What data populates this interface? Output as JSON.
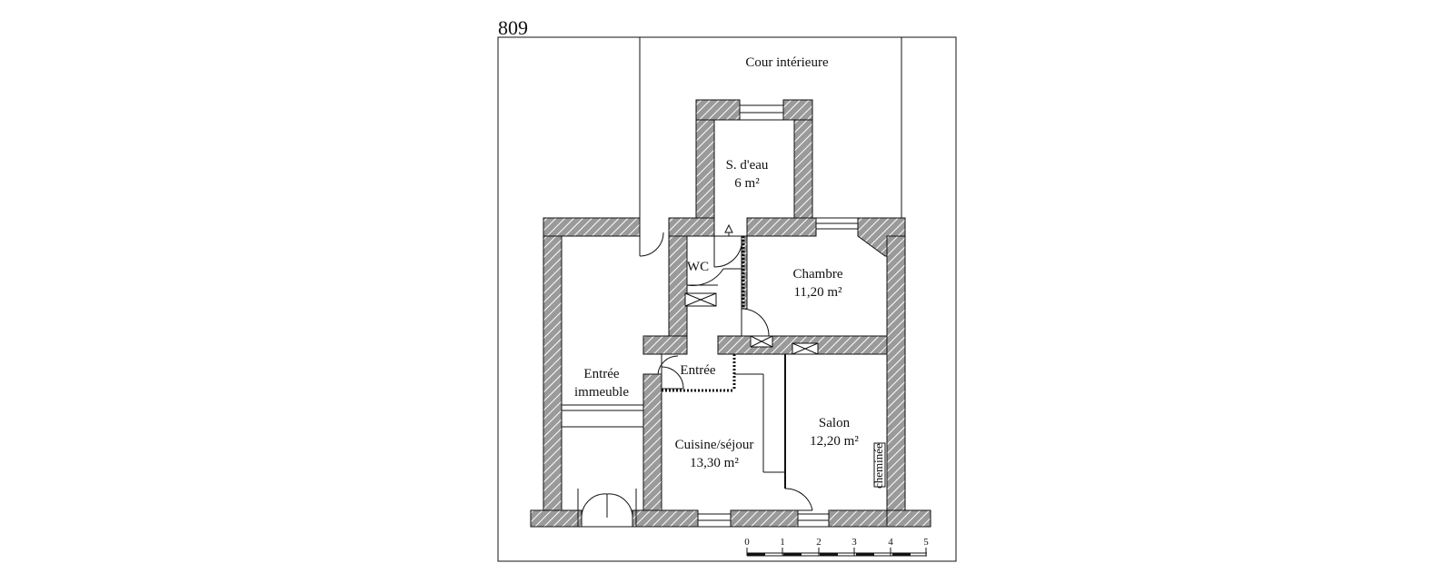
{
  "plan": {
    "number": "809",
    "courtyard": "Cour intérieure"
  },
  "rooms": {
    "s_eau": {
      "name": "S. d'eau",
      "area": "6 m²"
    },
    "wc": {
      "name": "WC"
    },
    "chambre": {
      "name": "Chambre",
      "area": "11,20 m²"
    },
    "entree_immeuble": {
      "line1": "Entrée",
      "line2": "immeuble"
    },
    "entree": {
      "name": "Entrée"
    },
    "cuisine": {
      "name": "Cuisine/séjour",
      "area": "13,30 m²"
    },
    "salon": {
      "name": "Salon",
      "area": "12,20 m²"
    },
    "cheminee": "cheminée"
  },
  "scale": {
    "ticks": [
      "0",
      "1",
      "2",
      "3",
      "4",
      "5"
    ]
  },
  "colors": {
    "wall_fill": "#9a9a9a",
    "wall_hatch": "#ffffff",
    "line": "#111111"
  }
}
